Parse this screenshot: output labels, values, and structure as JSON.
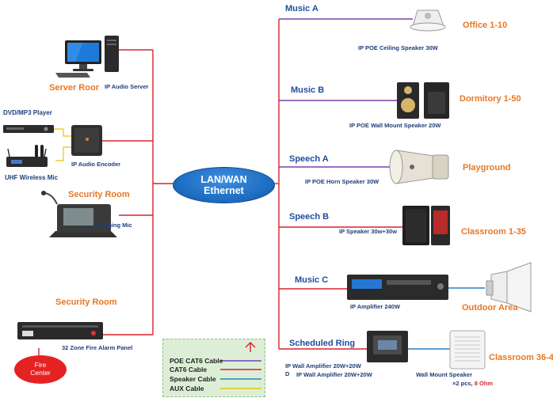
{
  "network": {
    "line1": "LAN/WAN",
    "line2": "Ethernet"
  },
  "left_devices": {
    "server_room": "Server Roor",
    "ip_audio_server": "IP Audio Server",
    "dvd_player": "DVD/MP3 Player",
    "ip_audio_encoder": "IP Audio Encoder",
    "uhf_mic": "UHF Wireless Mic",
    "security_room_1": "Security Room",
    "ip_paging_mic": "IP Paging Mic",
    "security_room_2": "Security Room",
    "fire_alarm_panel": "32 Zone Fire Alarm Panel",
    "fire_center_line1": "Fire",
    "fire_center_line2": "Center"
  },
  "zones": [
    {
      "name": "Music A",
      "device": "IP  POE Ceiling Speaker 30W",
      "room": "Office 1-10"
    },
    {
      "name": "Music B",
      "device": "IP  POE Wall Mount Speaker 20W",
      "room": "Dormitory 1-50"
    },
    {
      "name": "Speech A",
      "device": "IP  POE Horn Speaker 30W",
      "room": "Playground"
    },
    {
      "name": "Speech B",
      "device": "IP Speaker 30w+30w",
      "room": "Classroom 1-35"
    },
    {
      "name": "Music C",
      "device": "IP Amplifier 240W",
      "room": "Outdoor Area"
    },
    {
      "name": "Scheduled Ring",
      "device": "IP Wall Amplifier 20W+20W",
      "device_b": "IP Wall Amplifier 20W+20W",
      "room": "Classroom 36-45"
    }
  ],
  "wall_mount": {
    "label": "Wall Mount Speaker",
    "qty": "×2 pcs, ",
    "ohm": "8 Ohm",
    "stray": "D"
  },
  "legend": [
    {
      "label": "POE CAT6 Cable",
      "color": "#7a3fb0"
    },
    {
      "label": "CAT6 Cable",
      "color": "#d9232d"
    },
    {
      "label": "Speaker Cable",
      "color": "#2a7fc9"
    },
    {
      "label": "AUX  Cable",
      "color": "#e6c800"
    }
  ],
  "colors": {
    "cat6": "#d9232d",
    "poe": "#7a3fb0",
    "speaker": "#2a7fc9",
    "aux": "#e6c800",
    "lan": "#1f6fc4"
  }
}
